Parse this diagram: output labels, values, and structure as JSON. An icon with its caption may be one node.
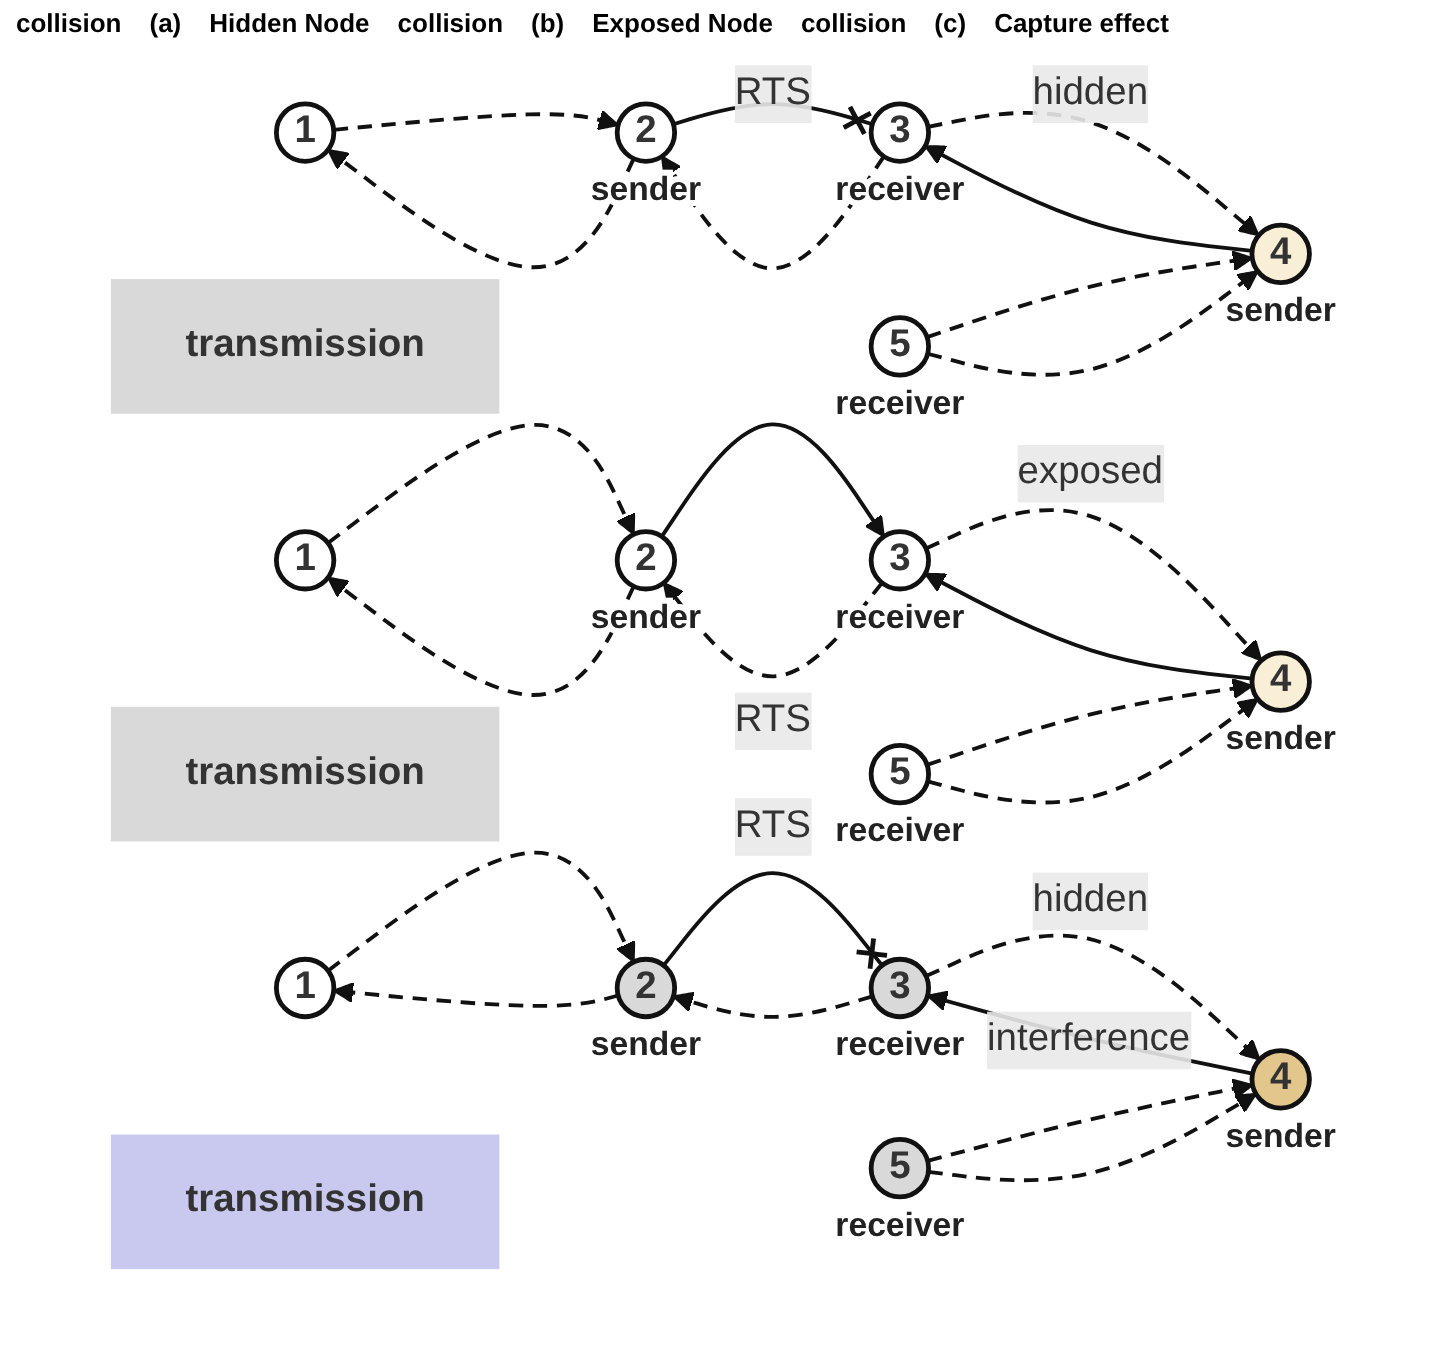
{
  "diagram": {
    "nodes": [
      {
        "text": [
          "1"
        ]
      },
      {
        "text": [
          "2"
        ],
        "beside": [
          "sender"
        ]
      },
      {
        "text": [
          "3"
        ],
        "beside": [
          "receiver"
        ]
      },
      {
        "text": [
          "4"
        ],
        "beside": [
          "sender"
        ]
      },
      {
        "text": [
          "5"
        ],
        "beside": [
          "receiver"
        ]
      },
      {
        "text": [
          "transmission"
        ]
      },
      {
        "text": [
          "1"
        ]
      },
      {
        "text": [
          "2"
        ],
        "beside": [
          "sender"
        ]
      },
      {
        "text": [
          "3"
        ],
        "beside": [
          "receiver"
        ]
      },
      {
        "text": [
          "4"
        ],
        "beside": [
          "sender"
        ]
      },
      {
        "text": [
          "5"
        ],
        "beside": [
          "receiver"
        ]
      },
      {
        "text": [
          "transmission"
        ]
      },
      {
        "text": [
          "1"
        ]
      },
      {
        "text": [
          "2"
        ],
        "beside": [
          "sender"
        ]
      },
      {
        "text": [
          "3"
        ],
        "beside": [
          "receiver"
        ]
      },
      {
        "text": [
          "4"
        ],
        "beside": [
          "sender"
        ]
      },
      {
        "text": [
          "5"
        ],
        "beside": [
          "receiver"
        ]
      },
      {
        "text": [
          "transmission"
        ]
      }
    ],
    "edges": [
      {
        "from": 0,
        "to": 1,
        "arrow": "to",
        "style": "dashed"
      },
      {
        "from": 1,
        "to": 0,
        "arrow": "to",
        "style": "dashed"
      },
      {
        "from": 1,
        "to": 2,
        "arrow": "other",
        "label": "RTS"
      },
      {
        "from": 2,
        "to": 3,
        "arrow": "to",
        "style": "dashed",
        "label": "hidden"
      },
      {
        "from": 2,
        "to": 1,
        "arrow": "to",
        "style": "dashed"
      },
      {
        "from": 3,
        "to": 2,
        "arrow": "to"
      },
      {
        "from": 4,
        "to": 3,
        "arrow": "to",
        "style": "dashed"
      },
      {
        "from": 4,
        "to": 3,
        "arrow": "to",
        "style": "dashed"
      },
      {
        "from": 6,
        "to": 7,
        "arrow": "to",
        "style": "dashed"
      },
      {
        "from": 7,
        "to": 6,
        "arrow": "to",
        "style": "dashed"
      },
      {
        "from": 7,
        "to": 8,
        "arrow": "to"
      },
      {
        "from": 8,
        "to": 9,
        "arrow": "to",
        "style": "dashed",
        "label": "exposed"
      },
      {
        "from": 8,
        "to": 7,
        "arrow": "to",
        "style": "dashed",
        "label": "RTS"
      },
      {
        "from": 9,
        "to": 8,
        "arrow": "to"
      },
      {
        "from": 10,
        "to": 9,
        "arrow": "to",
        "style": "dashed"
      },
      {
        "from": 10,
        "to": 9,
        "arrow": "to",
        "style": "dashed"
      },
      {
        "from": 12,
        "to": 13,
        "arrow": "to",
        "style": "dashed"
      },
      {
        "from": 13,
        "to": 12,
        "arrow": "to",
        "style": "dashed"
      },
      {
        "from": 13,
        "to": 14,
        "arrow": "other",
        "label": "RTS"
      },
      {
        "from": 14,
        "to": 15,
        "arrow": "to",
        "style": "dashed",
        "label": "hidden"
      },
      {
        "from": 14,
        "to": 13,
        "arrow": "to",
        "style": "dashed"
      },
      {
        "from": 15,
        "to": 14,
        "arrow": "to",
        "label": "interference"
      },
      {
        "from": 16,
        "to": 15,
        "arrow": "to",
        "style": "dashed"
      },
      {
        "from": 16,
        "to": 15,
        "arrow": "to",
        "style": "dashed"
      }
    ],
    "labels": [
      "collision",
      "(a)",
      "Hidden Node",
      "collision",
      "(b)",
      "Exposed Node",
      "collision",
      "(c)",
      "Capture effect"
    ]
  }
}
